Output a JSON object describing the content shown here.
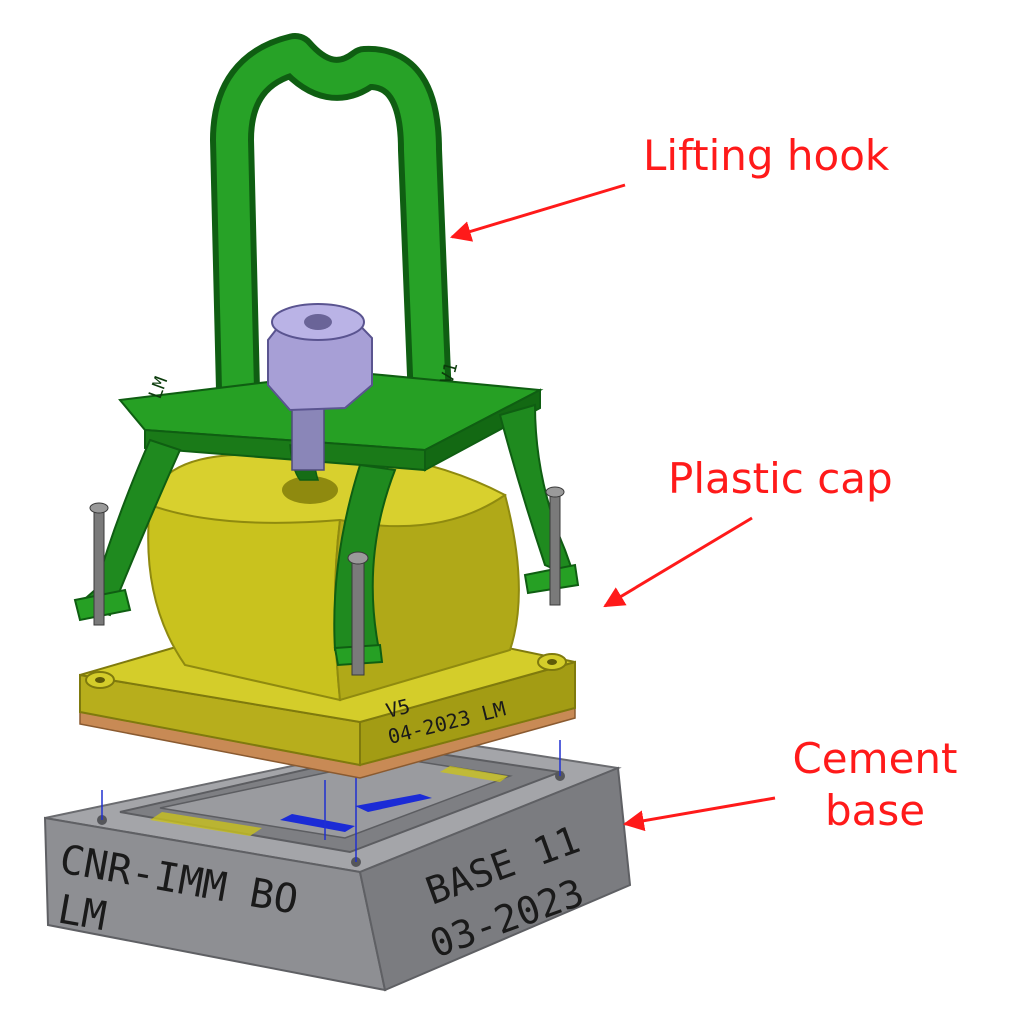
{
  "labels": {
    "hook": "Lifting hook",
    "cap": "Plastic cap",
    "base_line1": "Cement",
    "base_line2": "base"
  },
  "engravings": {
    "cap_top_left": "LM",
    "cap_top_right": "V1",
    "cap_side_line1": "V5",
    "cap_side_line2": "04-2023  LM",
    "base_front_line1": "CNR-IMM BO",
    "base_front_line2": "LM",
    "base_side_line1": "BASE 11",
    "base_side_line2": "03-2023"
  },
  "colors": {
    "annotation": "#ff1a1a",
    "hook_green": "#1f8a1f",
    "hook_green_dark": "#0f5e12",
    "cap_yellow": "#c9c21e",
    "cap_yellow_dark": "#8f8a0f",
    "copper_rim": "#c88a55",
    "bolt_purple": "#a79fd6",
    "base_grey": "#8e8f93",
    "base_grey_dark": "#5f6064",
    "inlay_blue": "#1b2bd6"
  }
}
